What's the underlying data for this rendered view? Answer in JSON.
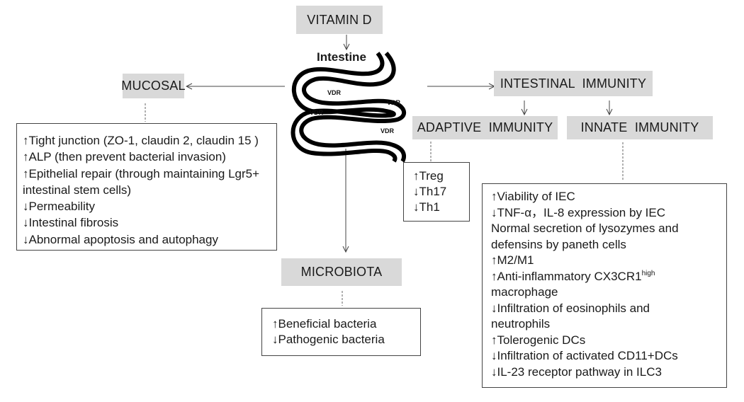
{
  "title": "VITAMIN D",
  "organ_label": "Intestine",
  "receptor_label": "VDR",
  "nodes": {
    "mucosal": "MUCOSAL",
    "intestinal_immunity": "INTESTINAL  IMMUNITY",
    "adaptive_immunity": "ADAPTIVE  IMMUNITY",
    "innate_immunity": "INNATE  IMMUNITY",
    "microbiota": "MICROBIOTA"
  },
  "mucosal_effects": [
    "↑Tight junction (ZO-1, claudin 2, claudin 15 )",
    "↑ALP  (then prevent bacterial invasion)",
    "↑Epithelial repair  (through maintaining Lgr5+",
    "intestinal stem cells)",
    "↓Permeability",
    "↓Intestinal fibrosis",
    "↓Abnormal apoptosis and autophagy"
  ],
  "adaptive_effects": [
    "↑Treg",
    "↓Th17",
    "↓Th1"
  ],
  "innate_effects": [
    "↑Viability of IEC",
    "↓TNF-α，IL-8 expression by IEC",
    "Normal secretion of lysozymes and",
    "defensins by paneth cells",
    "↑M2/M1",
    {
      "text": "↑Anti-inflammatory CX3CR1",
      "sup": "high"
    },
    "macrophage",
    "↓Infiltration of eosinophils and",
    "neutrophils",
    "↑Tolerogenic DCs",
    "↓Infiltration of activated  CD11+DCs",
    "↓IL-23 receptor pathway in ILC3"
  ],
  "microbiota_effects": [
    "↑Beneficial bacteria",
    "↓Pathogenic bacteria"
  ],
  "colors": {
    "header_fill": "#d9d9d9",
    "line": "#444444",
    "intestine": "#000000"
  }
}
